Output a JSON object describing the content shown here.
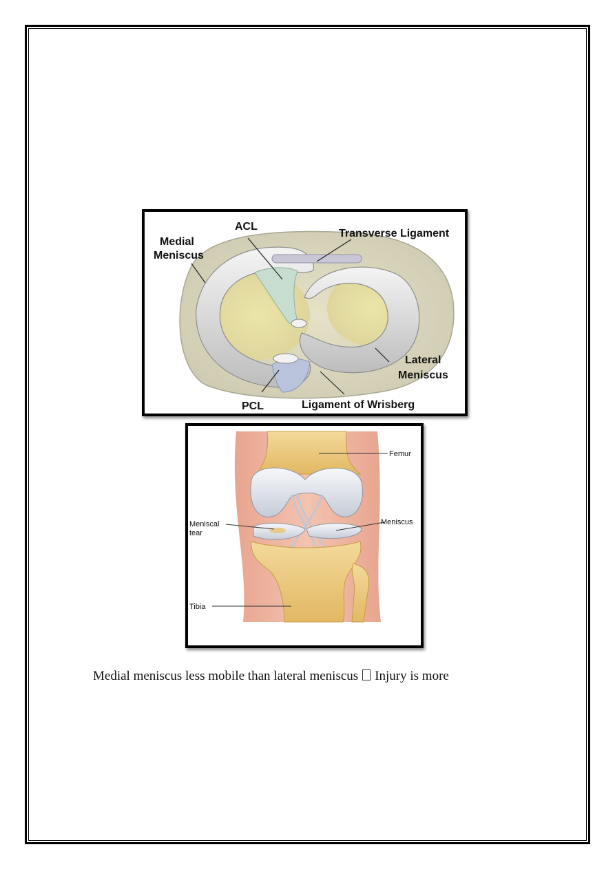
{
  "figure1": {
    "labels": {
      "medial_line1": "Medial",
      "medial_line2": "Meniscus",
      "acl": "ACL",
      "transverse": "Transverse Ligament",
      "lateral_line1": "Lateral",
      "lateral_line2": "Meniscus",
      "pcl": "PCL",
      "wrisberg": "Ligament of Wrisberg"
    }
  },
  "figure2": {
    "labels": {
      "femur": "Femur",
      "meniscal_line1": "Meniscal",
      "meniscal_line2": "tear",
      "meniscus": "Meniscus",
      "tibia": "Tibia"
    }
  },
  "caption": {
    "before": "Medial meniscus less mobile than lateral meniscus",
    "after": "Injury is more"
  }
}
